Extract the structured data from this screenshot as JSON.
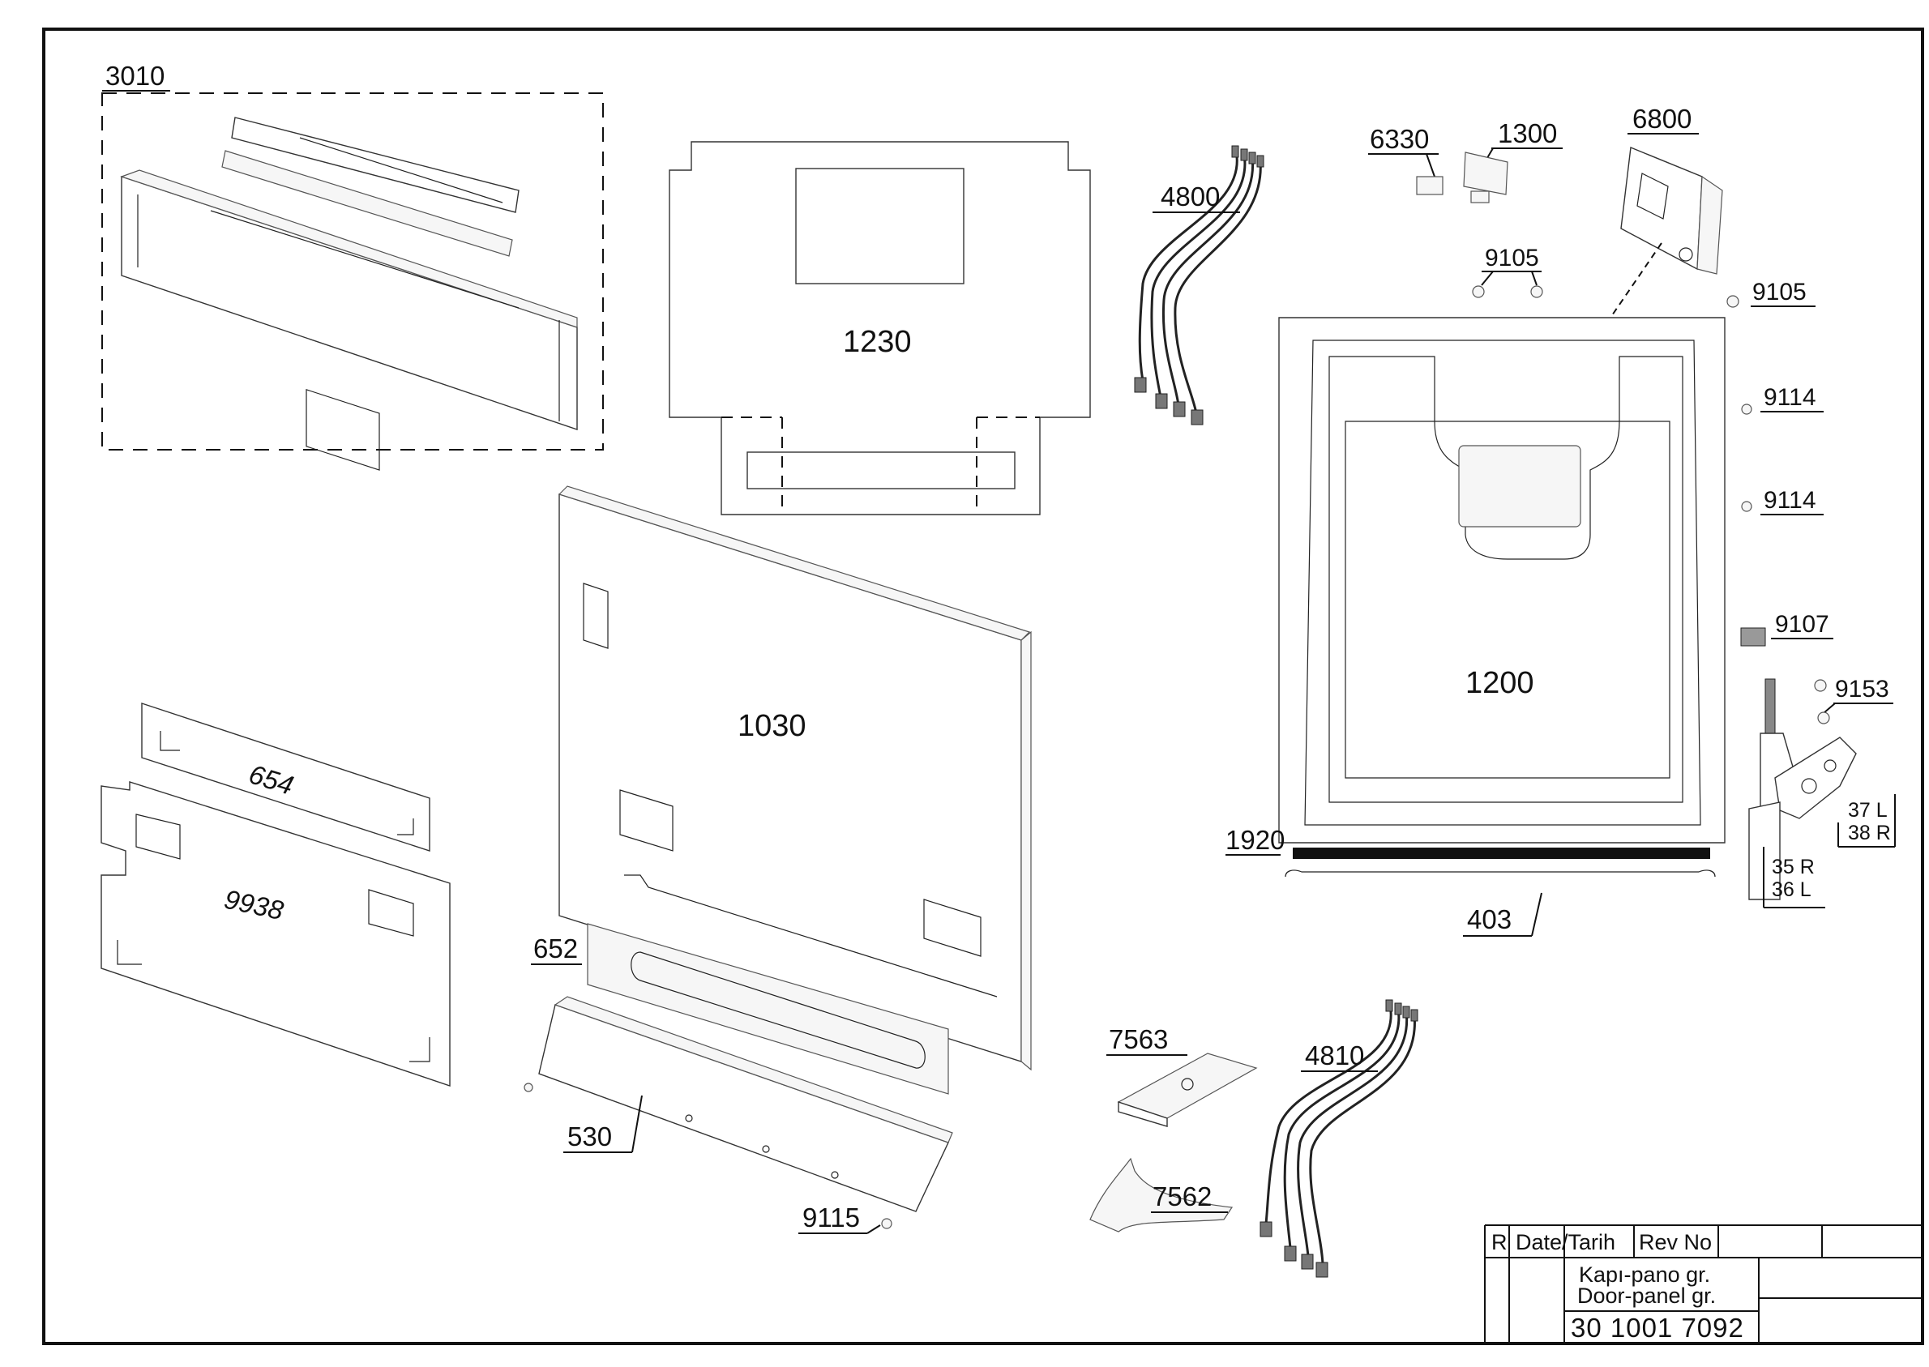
{
  "parts": {
    "p3010": "3010",
    "p1230": "1230",
    "p4800": "4800",
    "p6330": "6330",
    "p1300": "1300",
    "p6800": "6800",
    "p9105a": "9105",
    "p9105b": "9105",
    "p9114a": "9114",
    "p9114b": "9114",
    "p9107": "9107",
    "p9153": "9153",
    "p1200": "1200",
    "p1920": "1920",
    "p403": "403",
    "p37L": "37 L",
    "p38R": "38 R",
    "p35R": "35 R",
    "p36L": "36 L",
    "p1030": "1030",
    "p654": "654",
    "p9938": "9938",
    "p652": "652",
    "p530": "530",
    "p9115": "9115",
    "p7563": "7563",
    "p7562": "7562",
    "p4810": "4810"
  },
  "title_block": {
    "rev_col": "R",
    "date_header": "Date/Tarih",
    "rev_header": "Rev No",
    "title_tr": "Kapı-pano gr.",
    "title_en": "Door-panel gr.",
    "drawing_number": "30 1001 7092"
  },
  "colors": {
    "line": "#111111",
    "paper": "#ffffff"
  }
}
